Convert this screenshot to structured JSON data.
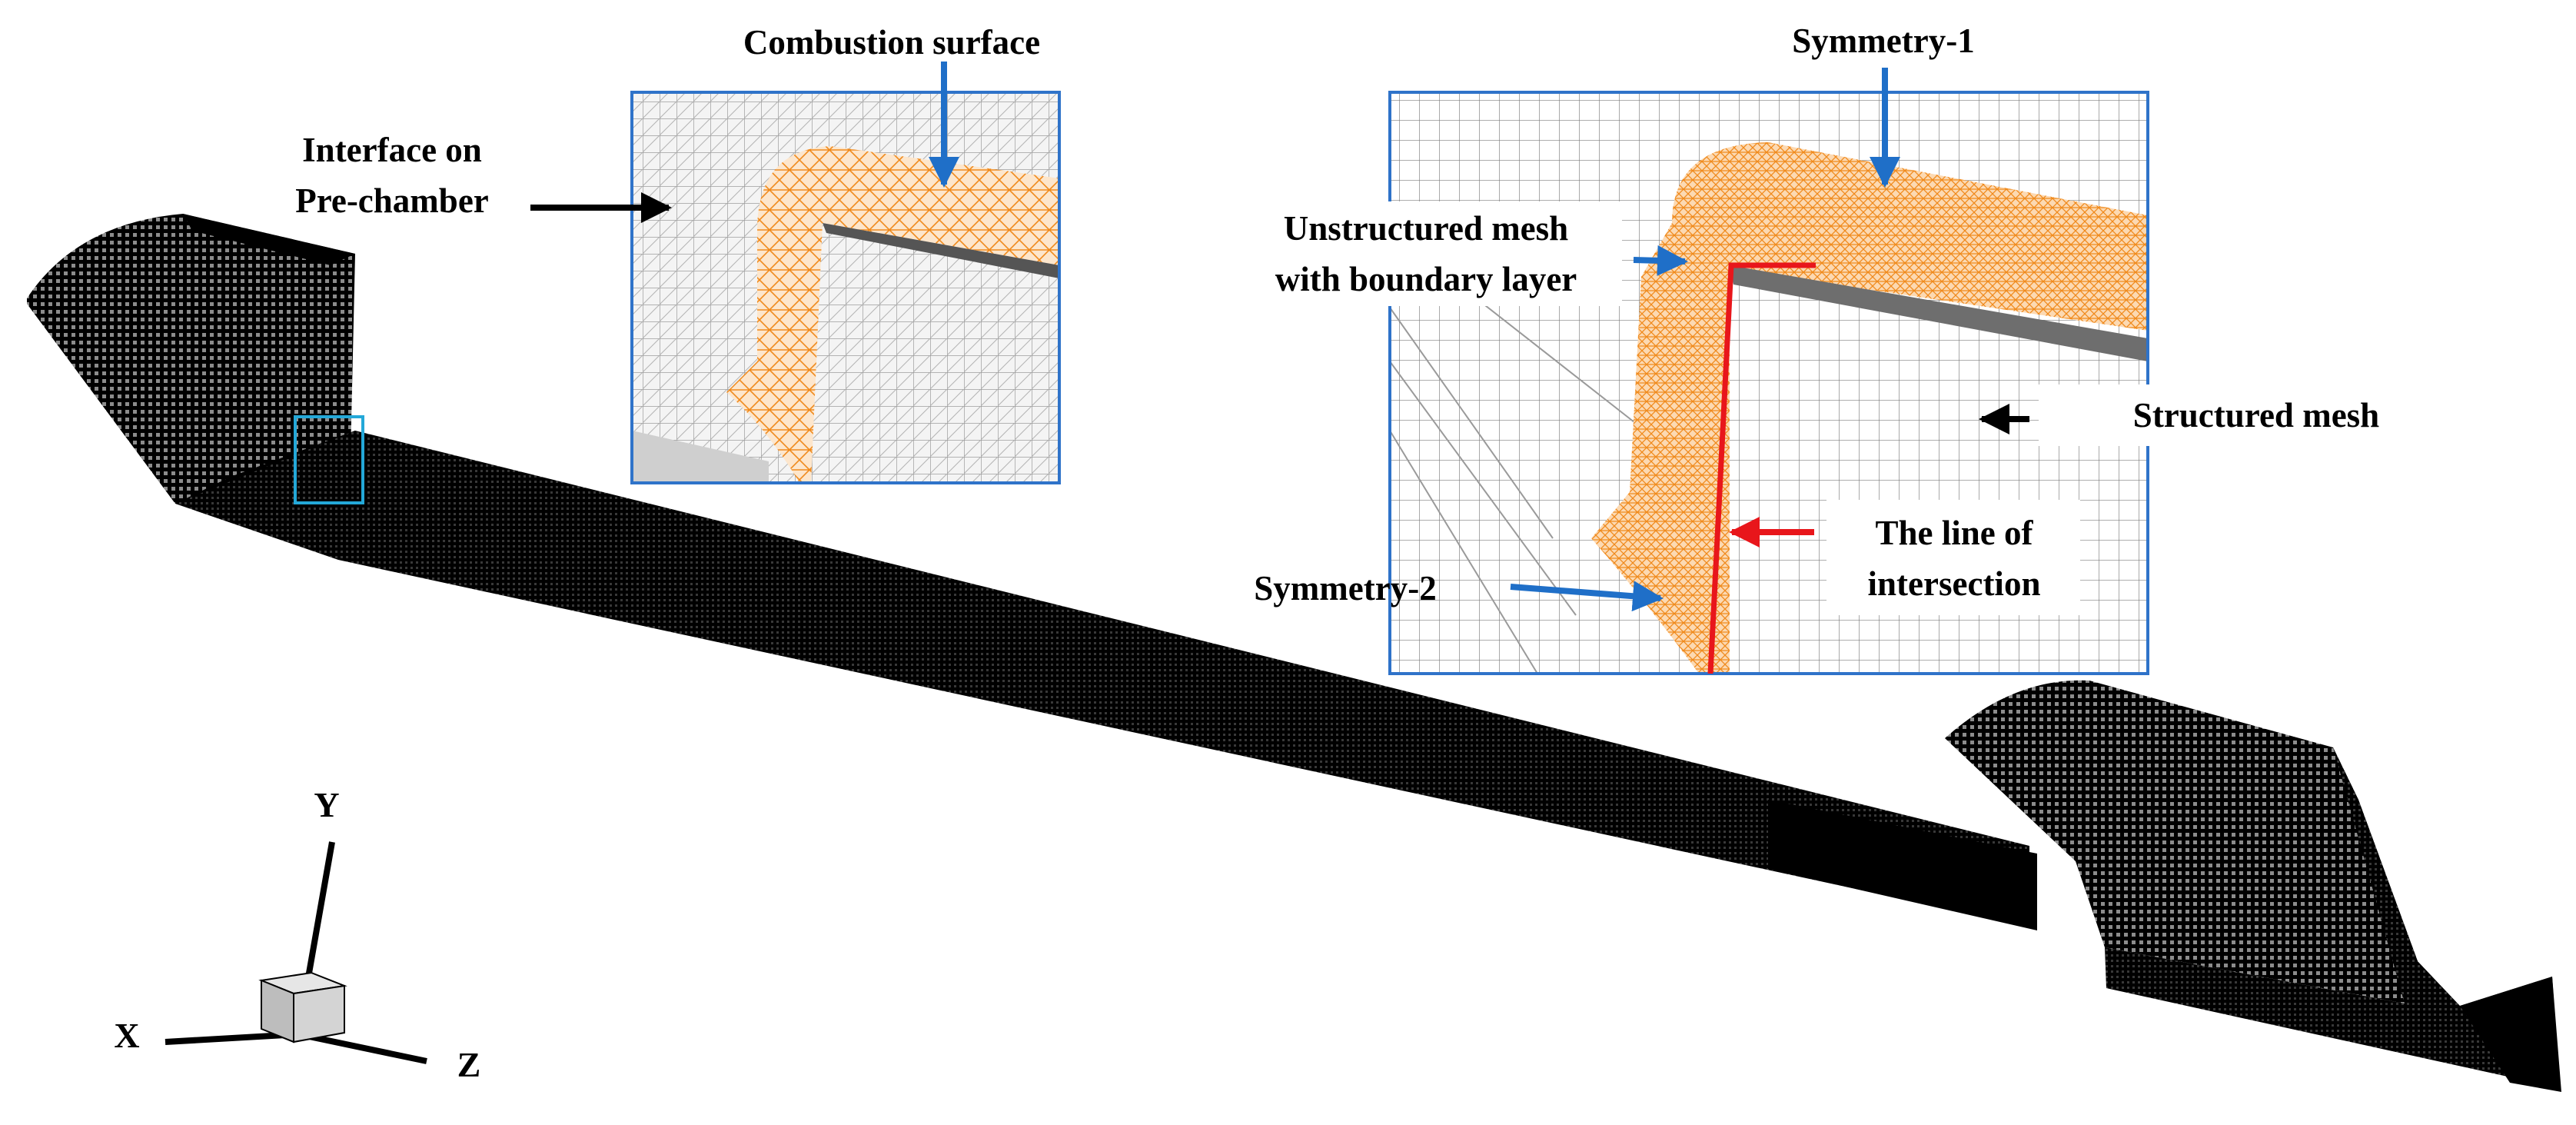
{
  "labels": {
    "combustion_surface": "Combustion surface",
    "interface_line1": "Interface on",
    "interface_line2": "Pre-chamber",
    "symmetry1": "Symmetry-1",
    "unstructured_line1": "Unstructured mesh",
    "unstructured_line2": "with boundary layer",
    "structured_mesh": "Structured mesh",
    "intersection_line1": "The line of",
    "intersection_line2": "intersection",
    "symmetry2": "Symmetry-2"
  },
  "axes": {
    "x": "X",
    "y": "Y",
    "z": "Z"
  },
  "colors": {
    "mesh": "#000000",
    "unstructured_mesh": "#f08a1c",
    "inset_frame": "#2f73c9",
    "annotation_arrow": "#1f6fc8",
    "intersection_line": "#e8161b",
    "highlight_box": "#24a8d8"
  }
}
